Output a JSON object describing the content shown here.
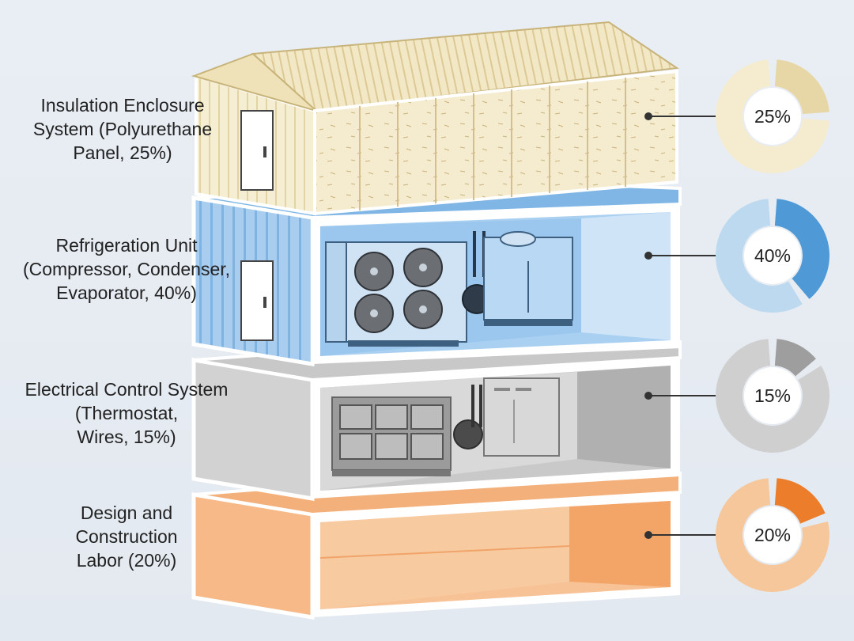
{
  "layers": [
    {
      "id": "insulation",
      "label_lines": [
        "Insulation Enclosure",
        "System (Polyurethane",
        "Panel, 25%)"
      ],
      "percent_label": "25%",
      "share": 0.25,
      "colors": {
        "light": "#f6efd4",
        "dark": "#e4d3a0",
        "ring_light": "#f5ecd0",
        "ring_dark": "#e8d7a6"
      }
    },
    {
      "id": "refrigeration",
      "label_lines": [
        "Refrigeration Unit",
        "(Compressor, Condenser,",
        "Evaporator, 40%)"
      ],
      "percent_label": "40%",
      "share": 0.4,
      "colors": {
        "light": "#cfe2f3",
        "dark": "#5aa1d8",
        "ring_light": "#bcd9f0",
        "ring_dark": "#4f9ad6"
      }
    },
    {
      "id": "electrical",
      "label_lines": [
        "Electrical Control System",
        "(Thermostat,",
        "Wires, 15%)"
      ],
      "percent_label": "15%",
      "share": 0.15,
      "colors": {
        "light": "#dcdcdc",
        "dark": "#9a9a9a",
        "ring_light": "#cfcfcf",
        "ring_dark": "#9e9e9e"
      }
    },
    {
      "id": "labor",
      "label_lines": [
        "Design and",
        "Construction",
        "Labor (20%)"
      ],
      "percent_label": "20%",
      "share": 0.2,
      "colors": {
        "light": "#f9d3ad",
        "dark": "#ef8a3c",
        "ring_light": "#f6c79a",
        "ring_dark": "#ec7d2a"
      }
    }
  ]
}
